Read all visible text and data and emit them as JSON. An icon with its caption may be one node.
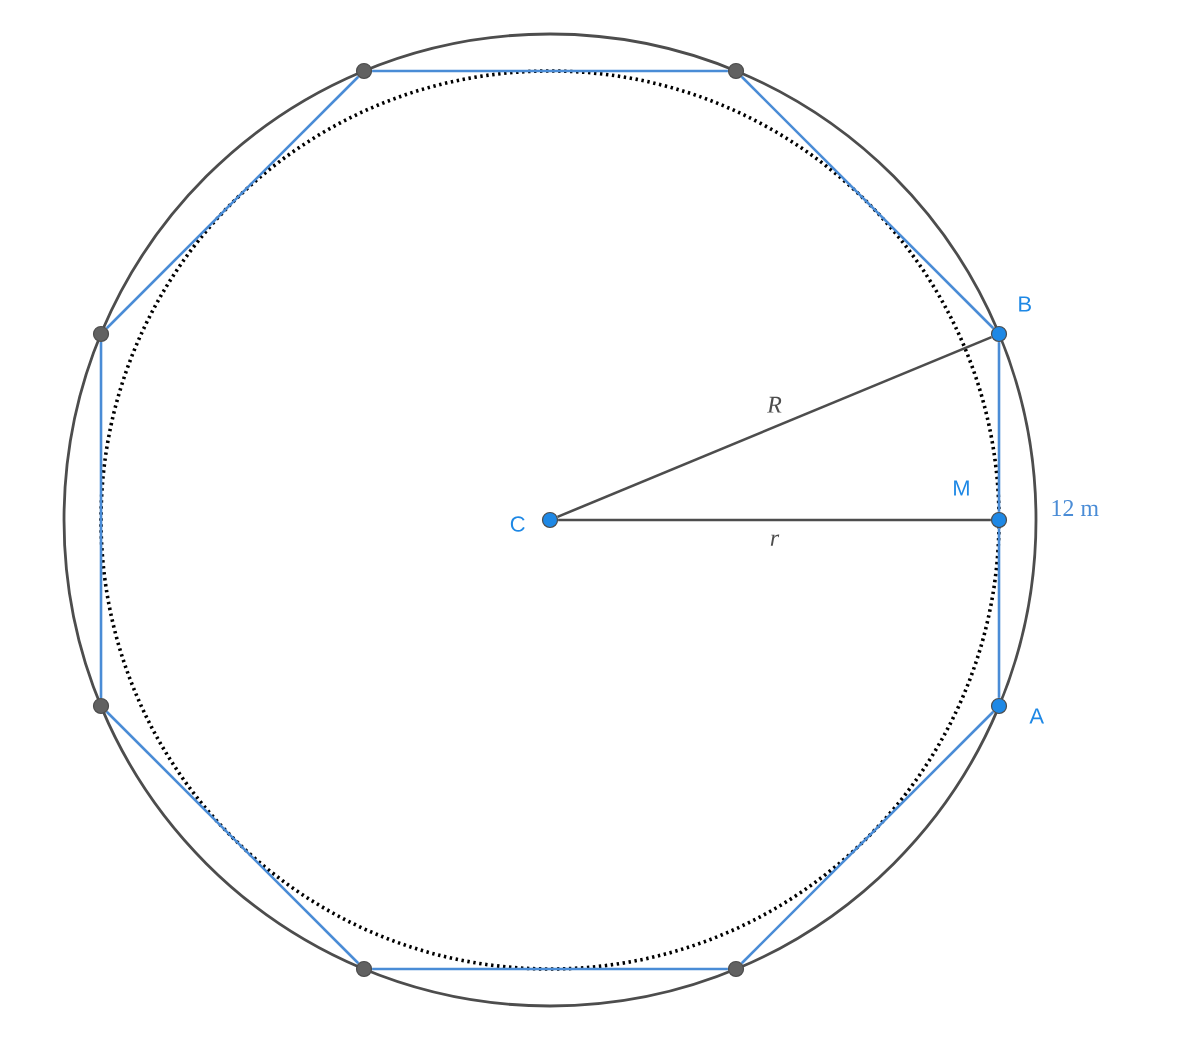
{
  "diagram": {
    "nodes": [
      {
        "text": [],
        "shape": "circle",
        "beside": [
          "C"
        ]
      },
      {
        "text": [],
        "shape": "circle",
        "beside": [
          "M"
        ]
      },
      {
        "text": [],
        "shape": "circle",
        "beside": [
          "B"
        ]
      },
      {
        "text": [],
        "shape": "circle",
        "beside": [
          "A"
        ]
      },
      {
        "text": [],
        "shape": "circle"
      },
      {
        "text": [],
        "shape": "circle"
      },
      {
        "text": [],
        "shape": "circle"
      },
      {
        "text": [],
        "shape": "circle"
      },
      {
        "text": [],
        "shape": "circle"
      },
      {
        "text": [],
        "shape": "circle"
      }
    ],
    "edges": [
      {
        "from": 4,
        "to": 5,
        "arrow": "none"
      },
      {
        "from": 5,
        "to": 2,
        "arrow": "none"
      },
      {
        "from": 2,
        "to": 1,
        "arrow": "none"
      },
      {
        "from": 1,
        "to": 3,
        "arrow": "none"
      },
      {
        "from": 3,
        "to": 9,
        "arrow": "none"
      },
      {
        "from": 9,
        "to": 8,
        "arrow": "none"
      },
      {
        "from": 8,
        "to": 7,
        "arrow": "none"
      },
      {
        "from": 7,
        "to": 6,
        "arrow": "none"
      },
      {
        "from": 6,
        "to": 4,
        "arrow": "none"
      },
      {
        "from": 0,
        "to": 2,
        "arrow": "none",
        "label": "R",
        "color": "#4d4d4d"
      },
      {
        "from": 0,
        "to": 1,
        "arrow": "none",
        "label": "r",
        "color": "#4d4d4d"
      }
    ],
    "labels": [
      "12 m"
    ]
  }
}
